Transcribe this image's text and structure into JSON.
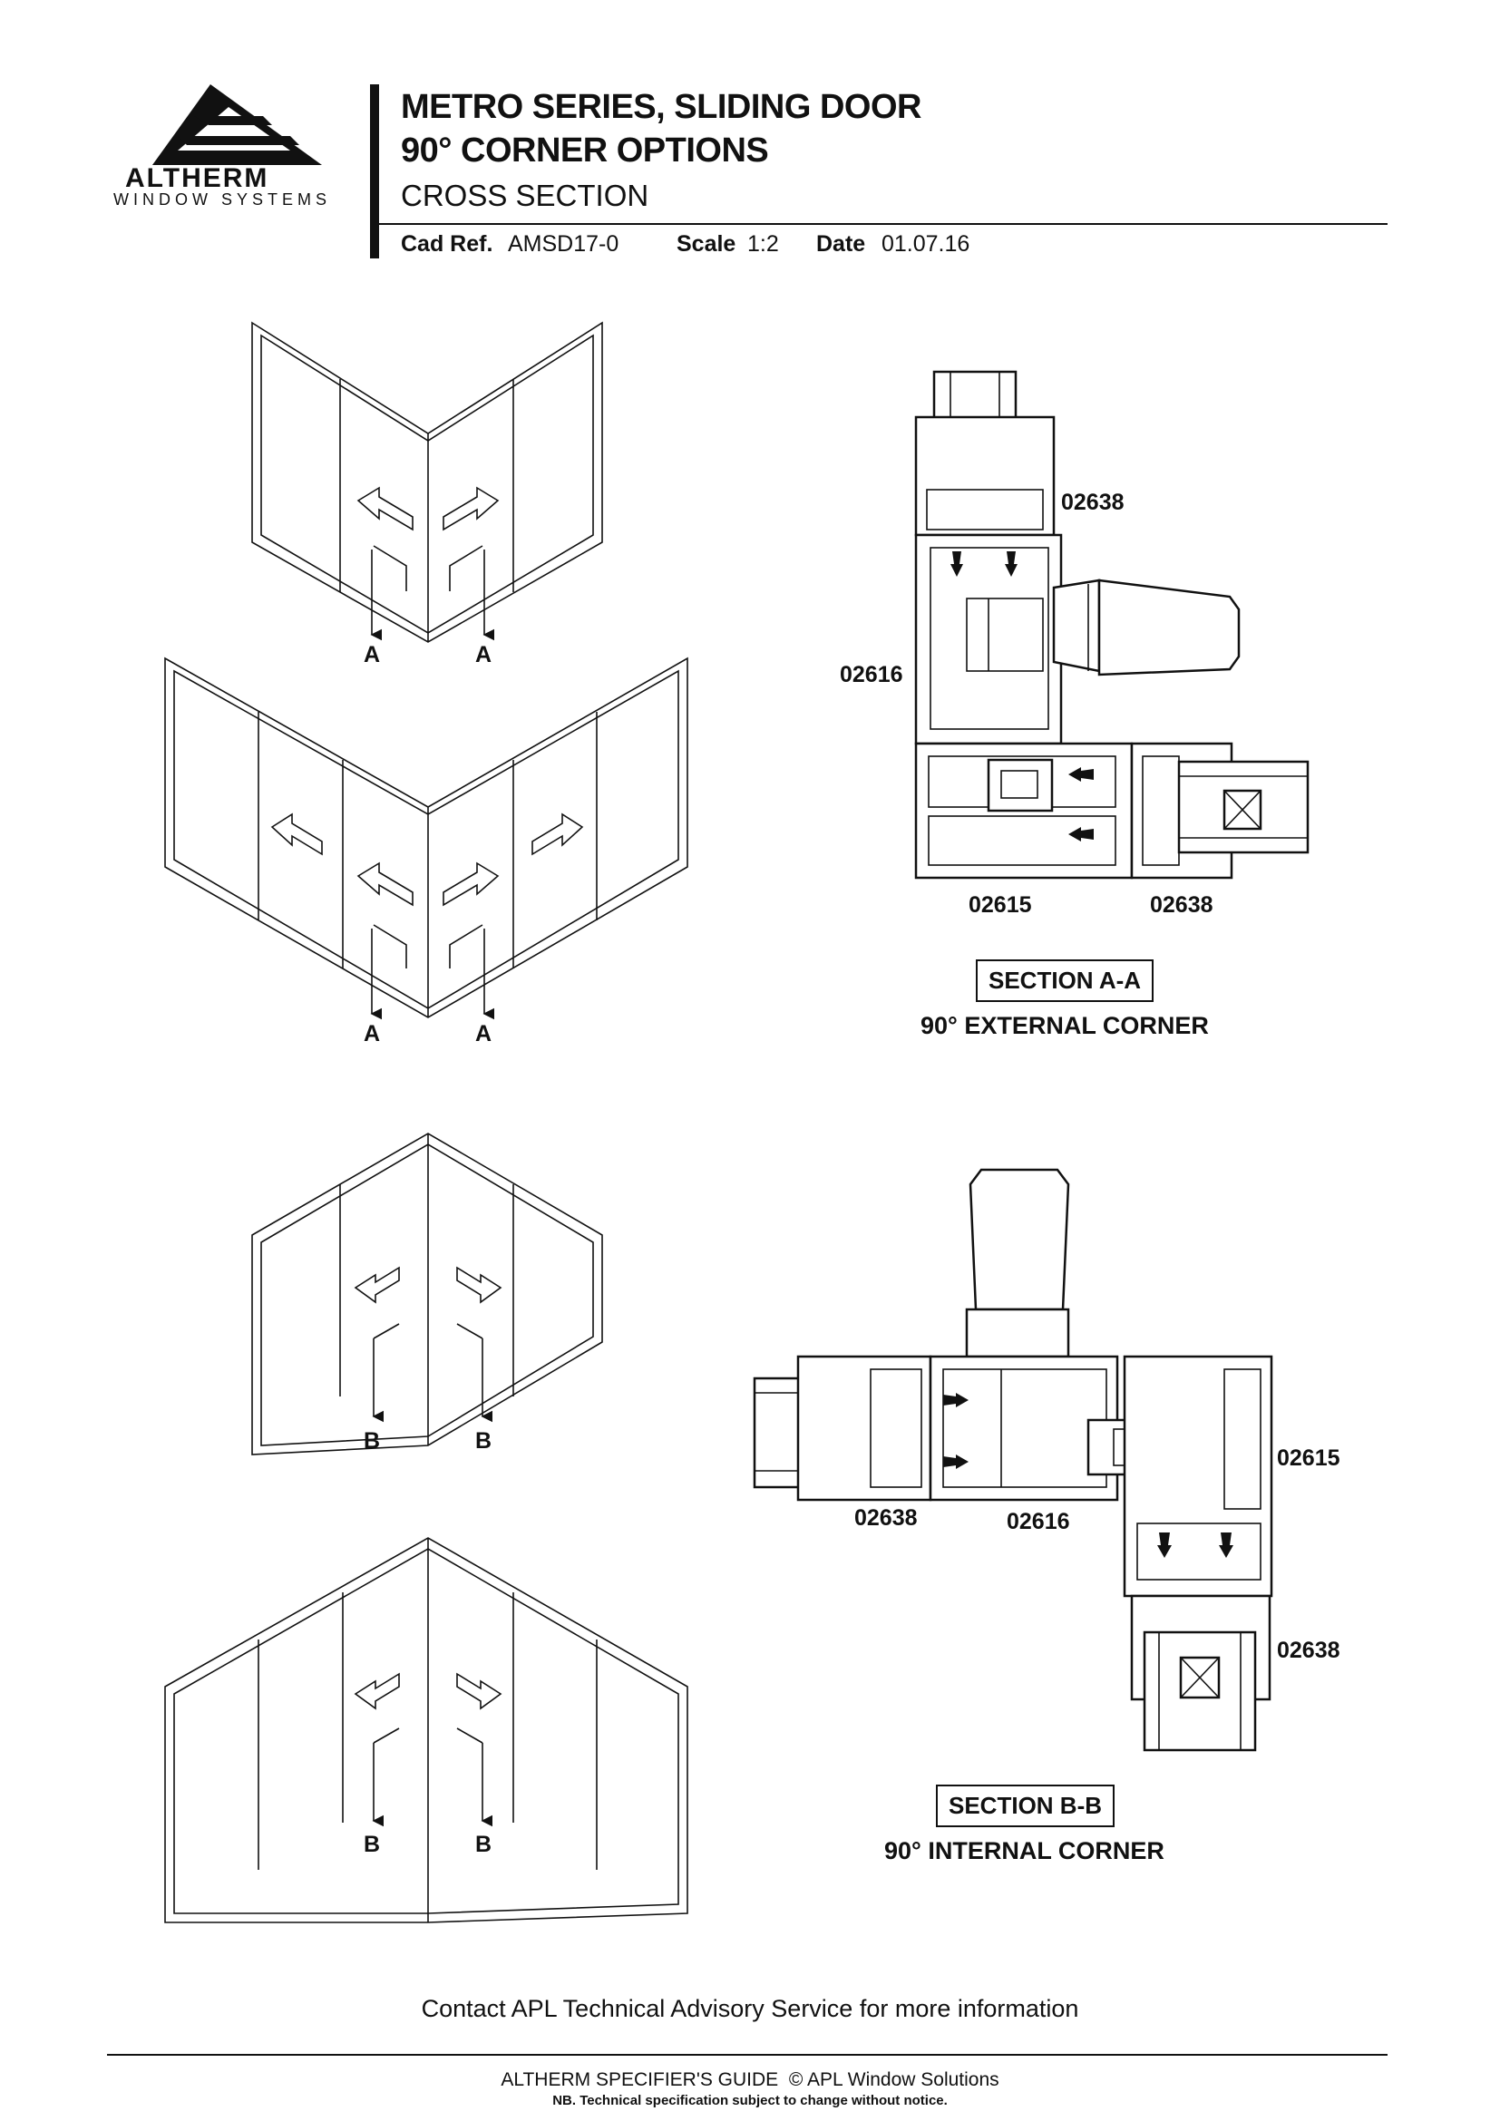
{
  "header": {
    "brand_name": "ALTHERM",
    "brand_tagline": "WINDOW SYSTEMS",
    "title_line1": "METRO SERIES, SLIDING DOOR",
    "title_line2": "90° CORNER OPTIONS",
    "subtitle": "CROSS SECTION",
    "cad_ref_label": "Cad Ref.",
    "cad_ref_value": "AMSD17-0",
    "scale_label": "Scale",
    "scale_value": "1:2",
    "date_label": "Date",
    "date_value": "01.07.16"
  },
  "elevations": {
    "marker_a": "A",
    "marker_b": "B"
  },
  "section_aa": {
    "title": "SECTION A-A",
    "caption": "90° EXTERNAL CORNER",
    "parts": {
      "top_right": "02638",
      "left": "02616",
      "bottom_left": "02615",
      "bottom_right": "02638"
    }
  },
  "section_bb": {
    "title": "SECTION B-B",
    "caption": "90° INTERNAL CORNER",
    "parts": {
      "bottom_left": "02638",
      "bottom_mid": "02616",
      "right_upper": "02615",
      "right_lower": "02638"
    }
  },
  "footer": {
    "contact": "Contact APL Technical Advisory Service for more information",
    "guide": "ALTHERM SPECIFIER'S GUIDE  © APL Window Solutions",
    "note": "NB. Technical specification subject to change without notice."
  }
}
